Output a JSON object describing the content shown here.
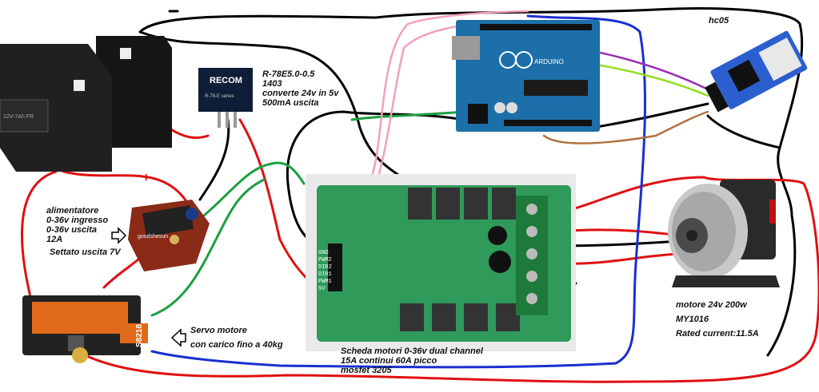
{
  "labels": {
    "regulator": [
      "R-78E5.0-0.5",
      "1403",
      "converte 24v in 5v",
      "500mA uscita"
    ],
    "hc05": "hc05",
    "power_supply": [
      "alimentatore",
      "0-36v ingresso",
      "0-36v uscita",
      "12A"
    ],
    "power_supply_setting": "Settato uscita 7V",
    "servo": [
      "Servo motore",
      "con carico fino a 40kg"
    ],
    "motor_board": [
      "Scheda motori 0-36v dual channel",
      "15A continui 60A picco",
      "mosfet 3205"
    ],
    "motor": [
      "motore 24v  200w",
      "MY1016",
      "Rated current:11.5A"
    ],
    "plus_sign": "+"
  },
  "components": {
    "battery_text": "12V-7Ah FR",
    "recom_brand": "RECOM",
    "recom_model": "R-78-E series",
    "arduino_text": "ARDUINO",
    "servo_model": "S8218",
    "board_pins": [
      "GND",
      "PWM2",
      "DIR2",
      "DIR1",
      "PWM1",
      "5V"
    ]
  },
  "colors": {
    "black_wire": "#000000",
    "red_wire": "#e01010",
    "blue_wire": "#1a2fd0",
    "green_wire": "#1aa040",
    "pink_wire": "#f0a0c0",
    "purple_wire": "#9a30b0",
    "lime_wire": "#90e020",
    "brown_wire": "#b07040",
    "board_green": "#2f9a5a",
    "arduino_blue": "#1c6fa8"
  }
}
